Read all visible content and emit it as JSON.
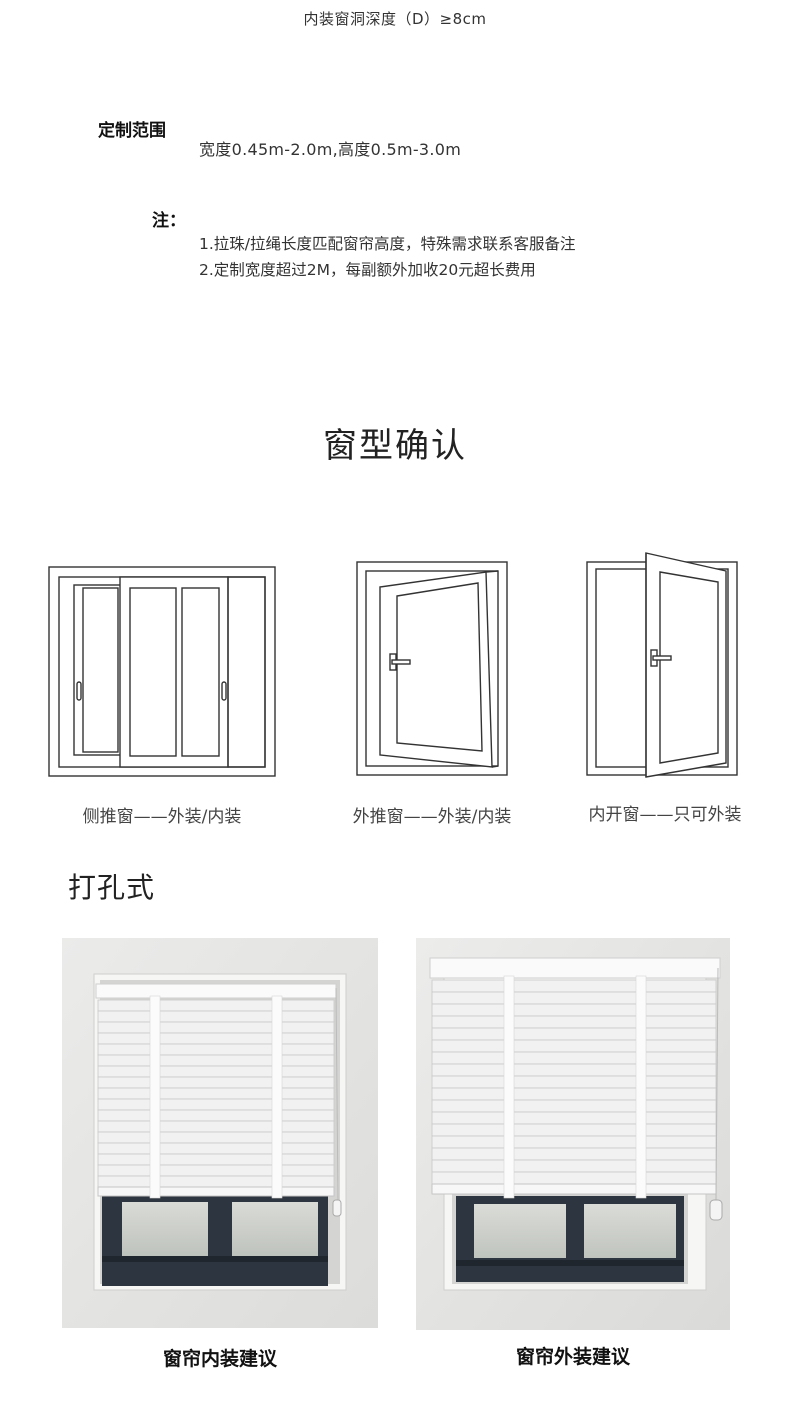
{
  "depth_note": "内装窗洞深度（D）≥8cm",
  "custom_range": {
    "title": "定制范围",
    "value": "宽度0.45m-2.0m,高度0.5m-3.0m"
  },
  "notes": {
    "title": "注：",
    "items": [
      "1.拉珠/拉绳长度匹配窗帘高度，特殊需求联系客服备注",
      "2.定制宽度超过2M，每副额外加收20元超长费用"
    ]
  },
  "window_section": {
    "title": "窗型确认",
    "types": [
      {
        "caption": "侧推窗——外装/内装"
      },
      {
        "caption": "外推窗——外装/内装"
      },
      {
        "caption": "内开窗——只可外装"
      }
    ]
  },
  "install_section": {
    "title": "打孔式",
    "photos": [
      {
        "caption": "窗帘内装建议"
      },
      {
        "caption": "窗帘外装建议"
      }
    ]
  },
  "colors": {
    "line": "#333333",
    "wall": "#e6e6e4",
    "blind": "#f2f2f2",
    "frame": "#3a4450"
  }
}
